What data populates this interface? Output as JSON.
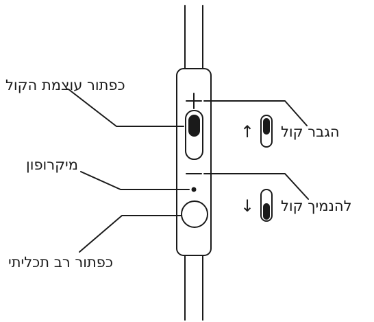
{
  "labels": {
    "volume_button": "כפתור עוצמת הקול",
    "microphone": "מיקרופון",
    "multi_button": "כפתור רב תכליתי",
    "volume_up": "הגבר קול",
    "volume_down": "להנמיך קול"
  },
  "arrows": {
    "up": "↑",
    "down": "↓"
  },
  "colors": {
    "stroke": "#1a1a1a",
    "background": "#ffffff"
  }
}
